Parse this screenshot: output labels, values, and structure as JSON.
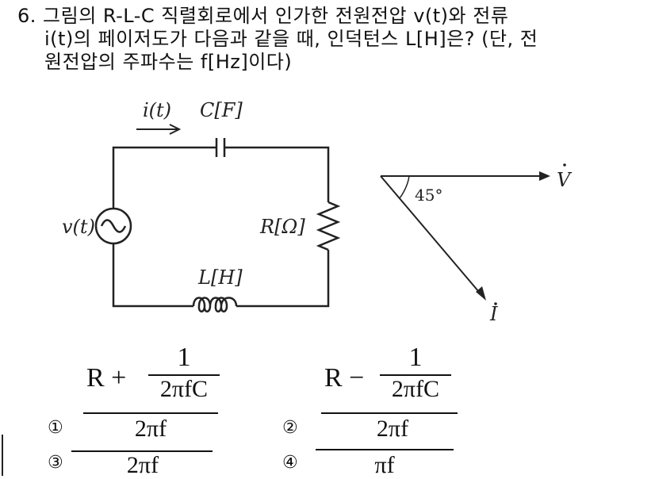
{
  "question": {
    "number": "6.",
    "lines": [
      "그림의 R-L-C 직렬회로에서 인가한 전원전압 v(t)와 전류",
      "i(t)의 페이저도가 다음과 같을 때, 인덕턴스 L[H]은? (단, 전",
      "원전압의 주파수는 f[Hz]이다)"
    ]
  },
  "circuit": {
    "current_label": "i(t)",
    "capacitor_label": "C[F]",
    "source_label": "v(t)",
    "resistor_label": "R[Ω]",
    "inductor_label": "L[H]"
  },
  "phasor": {
    "voltage_label": "V",
    "current_label": "I",
    "angle_label": "45°"
  },
  "options": [
    {
      "marker": "①",
      "numerator_lead": "R +",
      "numerator_frac_top": "1",
      "numerator_frac_bottom": "2πfC",
      "denominator": "2πf"
    },
    {
      "marker": "②",
      "numerator_lead": "R −",
      "numerator_frac_top": "1",
      "numerator_frac_bottom": "2πfC",
      "denominator": "2πf"
    },
    {
      "marker": "③",
      "denominator": "2πf"
    },
    {
      "marker": "④",
      "denominator": "πf"
    }
  ]
}
